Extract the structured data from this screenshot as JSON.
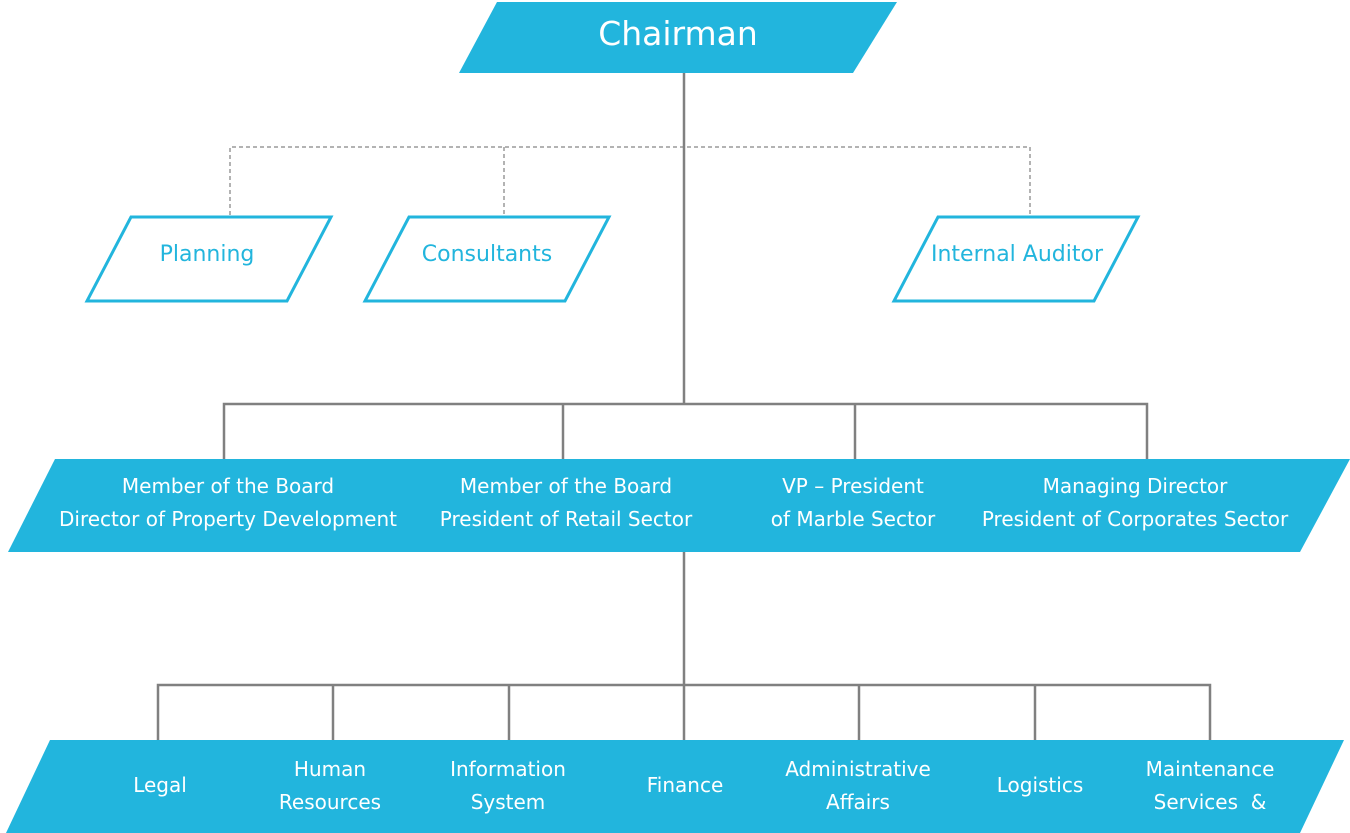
{
  "colors": {
    "accent": "#22b5dd",
    "line": "#808080",
    "dashed": "#9a9a9a"
  },
  "chairman": "Chairman",
  "advisory": {
    "planning": "Planning",
    "consultants": "Consultants",
    "internal_auditor": "Internal Auditor"
  },
  "executives": [
    {
      "line1": "Member of the Board",
      "line2": "Director of Property Development"
    },
    {
      "line1": "Member of the Board",
      "line2": "President of Retail Sector"
    },
    {
      "line1": "VP – President",
      "line2": "of Marble Sector"
    },
    {
      "line1": "Managing Director",
      "line2": "President of Corporates Sector"
    }
  ],
  "departments": [
    {
      "line1": "Legal",
      "line2": ""
    },
    {
      "line1": "Human",
      "line2": "Resources"
    },
    {
      "line1": "Information",
      "line2": "System"
    },
    {
      "line1": "Finance",
      "line2": ""
    },
    {
      "line1": "Administrative",
      "line2": "Affairs"
    },
    {
      "line1": "Logistics",
      "line2": ""
    },
    {
      "line1": "Maintenance",
      "line2": "Services  &"
    }
  ]
}
